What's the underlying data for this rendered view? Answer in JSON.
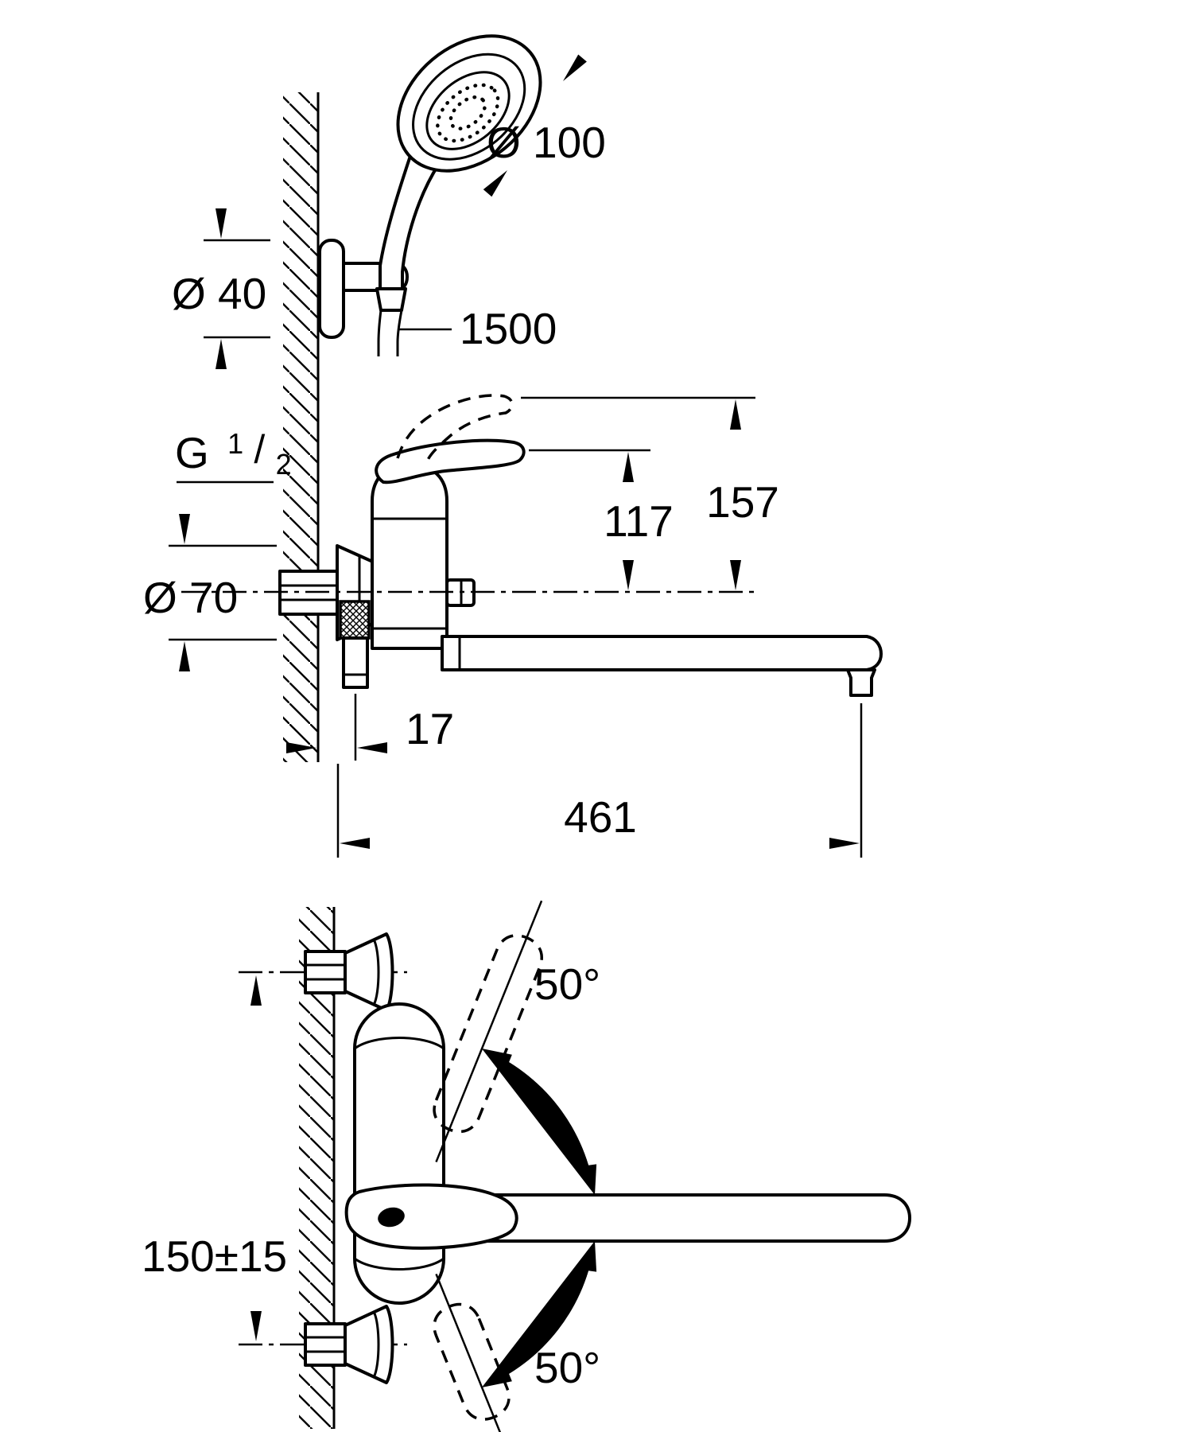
{
  "drawing": {
    "background": "#ffffff",
    "line_color": "#000000",
    "top_view": {
      "head_diameter": "Ø 100",
      "holder_diameter": "Ø 40",
      "hose_length": "1500"
    },
    "side_view": {
      "thread": {
        "prefix": "G",
        "numerator": "1",
        "slash": "/",
        "denominator": "2"
      },
      "escutcheon_diameter": "Ø 70",
      "height_to_lever": "117",
      "height_to_lever_raised": "157",
      "hose_outlet_offset": "17",
      "spout_reach": "461"
    },
    "plan_view": {
      "connection_distance": "150±15",
      "swivel_angle_up": "50°",
      "swivel_angle_down": "50°"
    }
  }
}
